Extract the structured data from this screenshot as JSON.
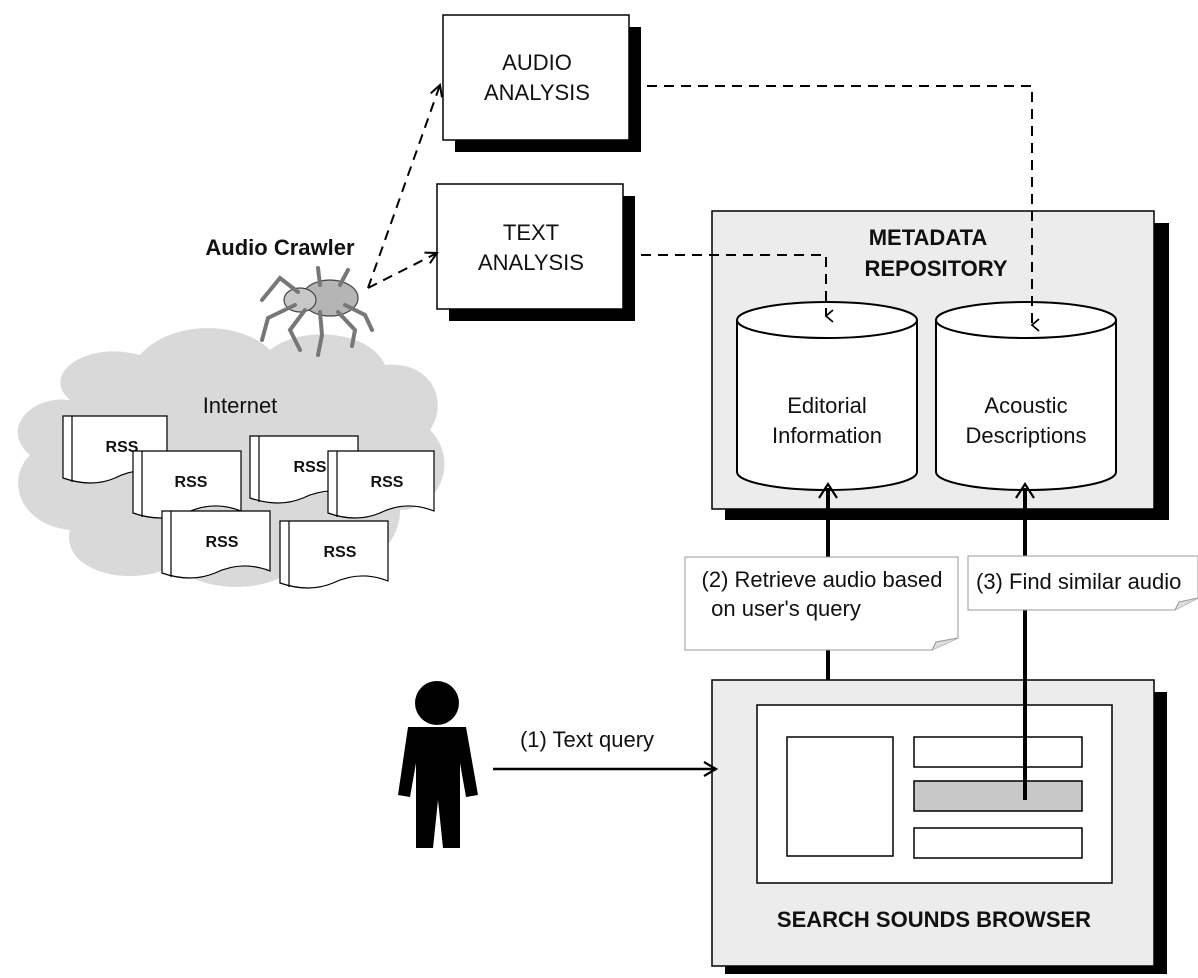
{
  "audio_analysis": {
    "line1": "AUDIO",
    "line2": "ANALYSIS"
  },
  "text_analysis": {
    "line1": "TEXT",
    "line2": "ANALYSIS"
  },
  "crawler": {
    "label": "Audio Crawler"
  },
  "internet": {
    "label": "Internet",
    "feeds": [
      "RSS",
      "RSS",
      "RSS",
      "RSS",
      "RSS",
      "RSS"
    ]
  },
  "repository": {
    "title_line1": "METADATA",
    "title_line2": "REPOSITORY",
    "db_editorial": {
      "line1": "Editorial",
      "line2": "Information"
    },
    "db_acoustic": {
      "line1": "Acoustic",
      "line2": "Descriptions"
    }
  },
  "steps": {
    "step1": "(1) Text query",
    "step2_line1": "(2) Retrieve audio based",
    "step2_line2": "on user's query",
    "step3": "(3) Find similar audio"
  },
  "browser": {
    "title": "SEARCH SOUNDS BROWSER"
  },
  "colors": {
    "panel_fill": "#ececec",
    "cloud_fill": "#d9d9d9",
    "stroke": "#000000",
    "highlight_row": "#c8c8c8"
  }
}
